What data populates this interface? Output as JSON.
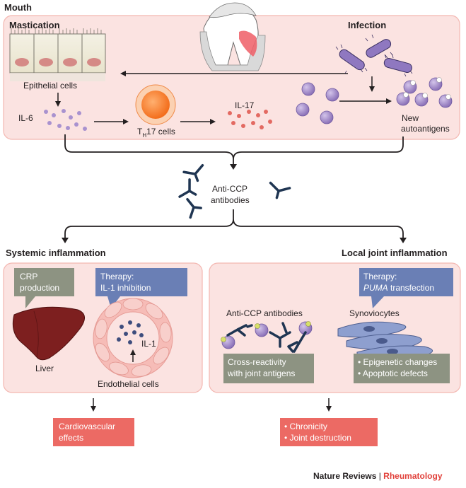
{
  "mouth": {
    "title": "Mouth",
    "mastication": "Mastication",
    "infection": "Infection",
    "epithelial_cells": "Epithelial cells",
    "il6": "IL-6",
    "th17_t": "T",
    "th17_h": "H",
    "th17_rest": "17 cells",
    "il17": "IL-17",
    "new_autoantigens_1": "New",
    "new_autoantigens_2": "autoantigens"
  },
  "antibodies": {
    "line1": "Anti-CCP",
    "line2": "antibodies"
  },
  "systemic": {
    "title": "Systemic inflammation",
    "crp_1": "CRP",
    "crp_2": "production",
    "therapy_1": "Therapy:",
    "therapy_2": "IL-1 inhibition",
    "il1": "IL-1",
    "liver": "Liver",
    "endothelial": "Endothelial cells",
    "outcome_1": "Cardiovascular",
    "outcome_2": "effects"
  },
  "local": {
    "title": "Local joint inflammation",
    "therapy_1": "Therapy:",
    "therapy_2_italic": "PUMA",
    "therapy_2_rest": " transfection",
    "anti_ccp": "Anti-CCP antibodies",
    "synoviocytes": "Synoviocytes",
    "cross_1": "Cross-reactivity",
    "cross_2": "with joint antigens",
    "epi_1": "• Epigenetic changes",
    "epi_2": "• Apoptotic defects",
    "outcome_1": "• Chronicity",
    "outcome_2": "• Joint destruction"
  },
  "credit": {
    "journal": "Nature Reviews",
    "separator": " | ",
    "field": "Rheumatology"
  },
  "colors": {
    "panel_fill": "#fbe3e1",
    "panel_stroke": "#f3b7b1",
    "grey_box": "#8d9382",
    "blue_box": "#6a7fb5",
    "red_box": "#ec6a64",
    "purple_cell": "#9d84c4",
    "arrow": "#231f20",
    "antibody": "#1f3552",
    "credit_red": "#e1403a"
  }
}
